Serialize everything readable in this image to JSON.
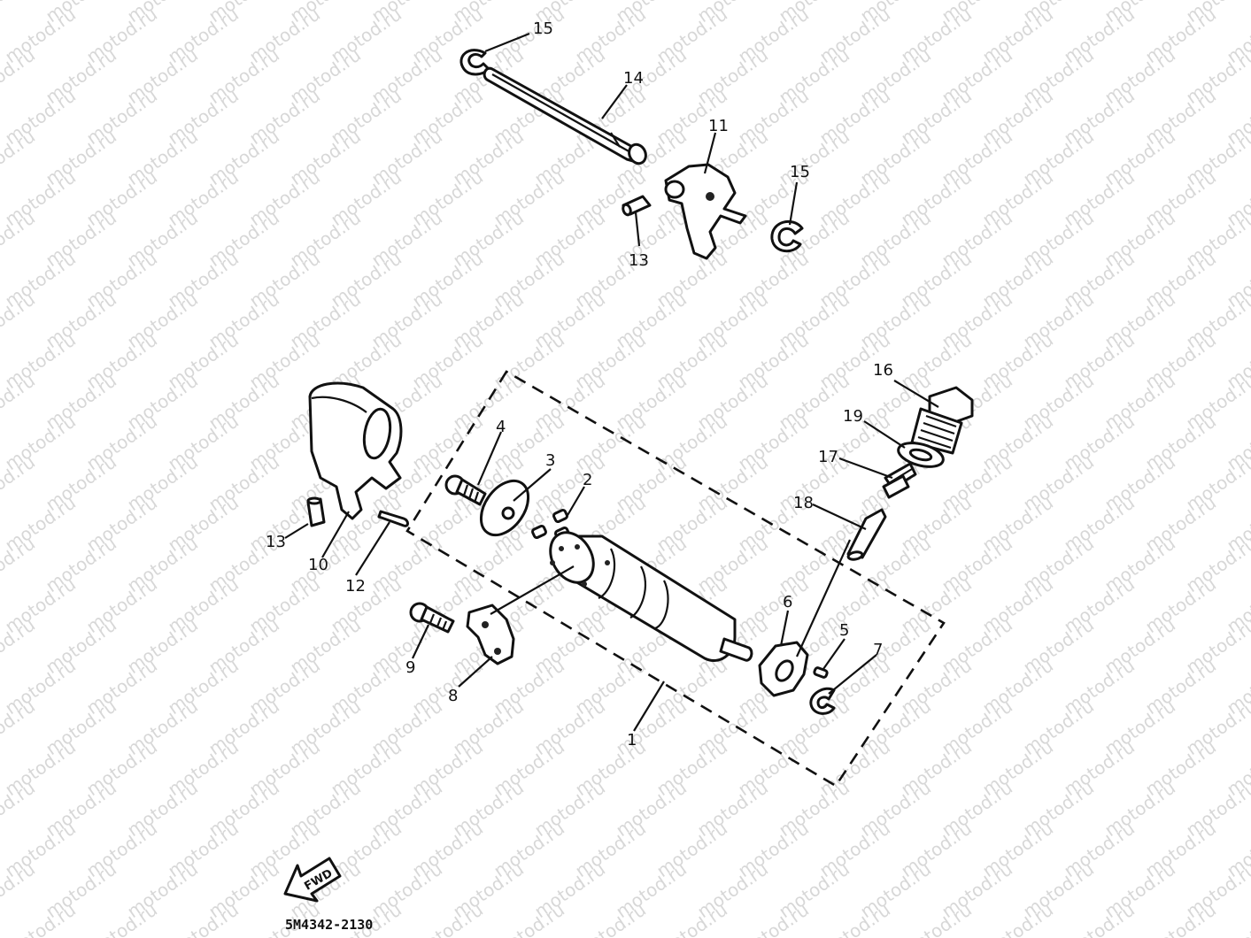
{
  "watermark": "motod.ru",
  "diagram_code": "5M4342-2130",
  "fwd_label": "FWD",
  "callouts": [
    {
      "id": "c15a",
      "label": "15"
    },
    {
      "id": "c14",
      "label": "14"
    },
    {
      "id": "c11",
      "label": "11"
    },
    {
      "id": "c15b",
      "label": "15"
    },
    {
      "id": "c13a",
      "label": "13"
    },
    {
      "id": "c16",
      "label": "16"
    },
    {
      "id": "c19",
      "label": "19"
    },
    {
      "id": "c17",
      "label": "17"
    },
    {
      "id": "c18",
      "label": "18"
    },
    {
      "id": "c4",
      "label": "4"
    },
    {
      "id": "c3",
      "label": "3"
    },
    {
      "id": "c2",
      "label": "2"
    },
    {
      "id": "c13b",
      "label": "13"
    },
    {
      "id": "c10",
      "label": "10"
    },
    {
      "id": "c12",
      "label": "12"
    },
    {
      "id": "c9",
      "label": "9"
    },
    {
      "id": "c8",
      "label": "8"
    },
    {
      "id": "c6",
      "label": "6"
    },
    {
      "id": "c5",
      "label": "5"
    },
    {
      "id": "c7",
      "label": "7"
    },
    {
      "id": "c1",
      "label": "1"
    }
  ],
  "colors": {
    "ink": "#111111",
    "paper": "#ffffff",
    "watermark": "#b8b8b8"
  }
}
